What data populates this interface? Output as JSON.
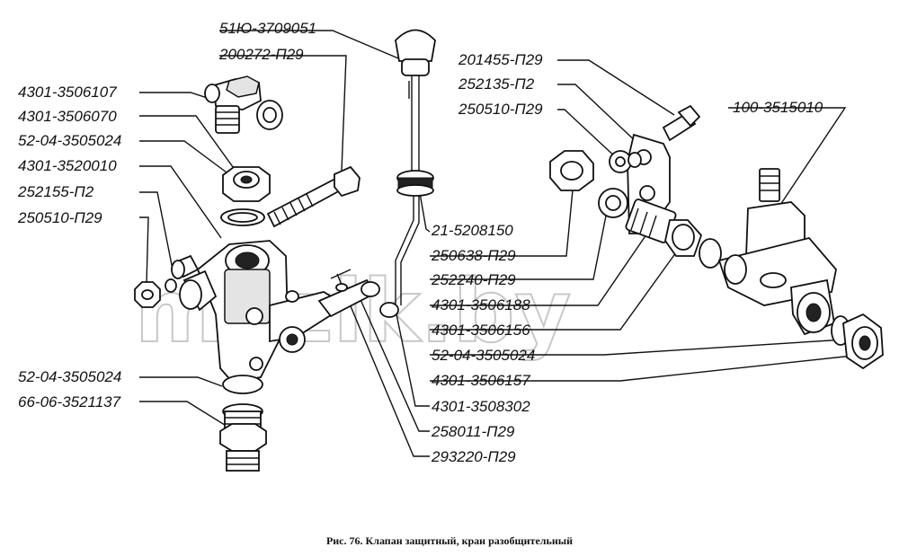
{
  "caption": "Рис. 76. Клапан защитный, кран разобщительный",
  "watermark": "mazik.by",
  "labels": {
    "p_5110_3709051": "51Ю-3709051",
    "p_200272_p29": "200272-П29",
    "p_4301_3506107": "4301-3506107",
    "p_4301_3506070": "4301-3506070",
    "p_52_04_3505024_a": "52-04-3505024",
    "p_4301_3520010": "4301-3520010",
    "p_252155_p2": "252155-П2",
    "p_250510_p29_a": "250510-П29",
    "p_52_04_3505024_b": "52-04-3505024",
    "p_66_06_3521137": "66-06-3521137",
    "p_201455_p29": "201455-П29",
    "p_252135_p2": "252135-П2",
    "p_250510_p29_b": "250510-П29",
    "p_100_3515010": "100-3515010",
    "p_21_5208150": "21-5208150",
    "p_250638_p29": "250638-П29",
    "p_252240_p29": "252240-П29",
    "p_4301_3506188": "4301-3506188",
    "p_4301_3506156": "4301-3506156",
    "p_52_04_3505024_c": "52-04-3505024",
    "p_4301_3506157": "4301-3506157",
    "p_4301_3508302": "4301-3508302",
    "p_258011_p29": "258011-П29",
    "p_293220_p29": "293220-П29"
  }
}
